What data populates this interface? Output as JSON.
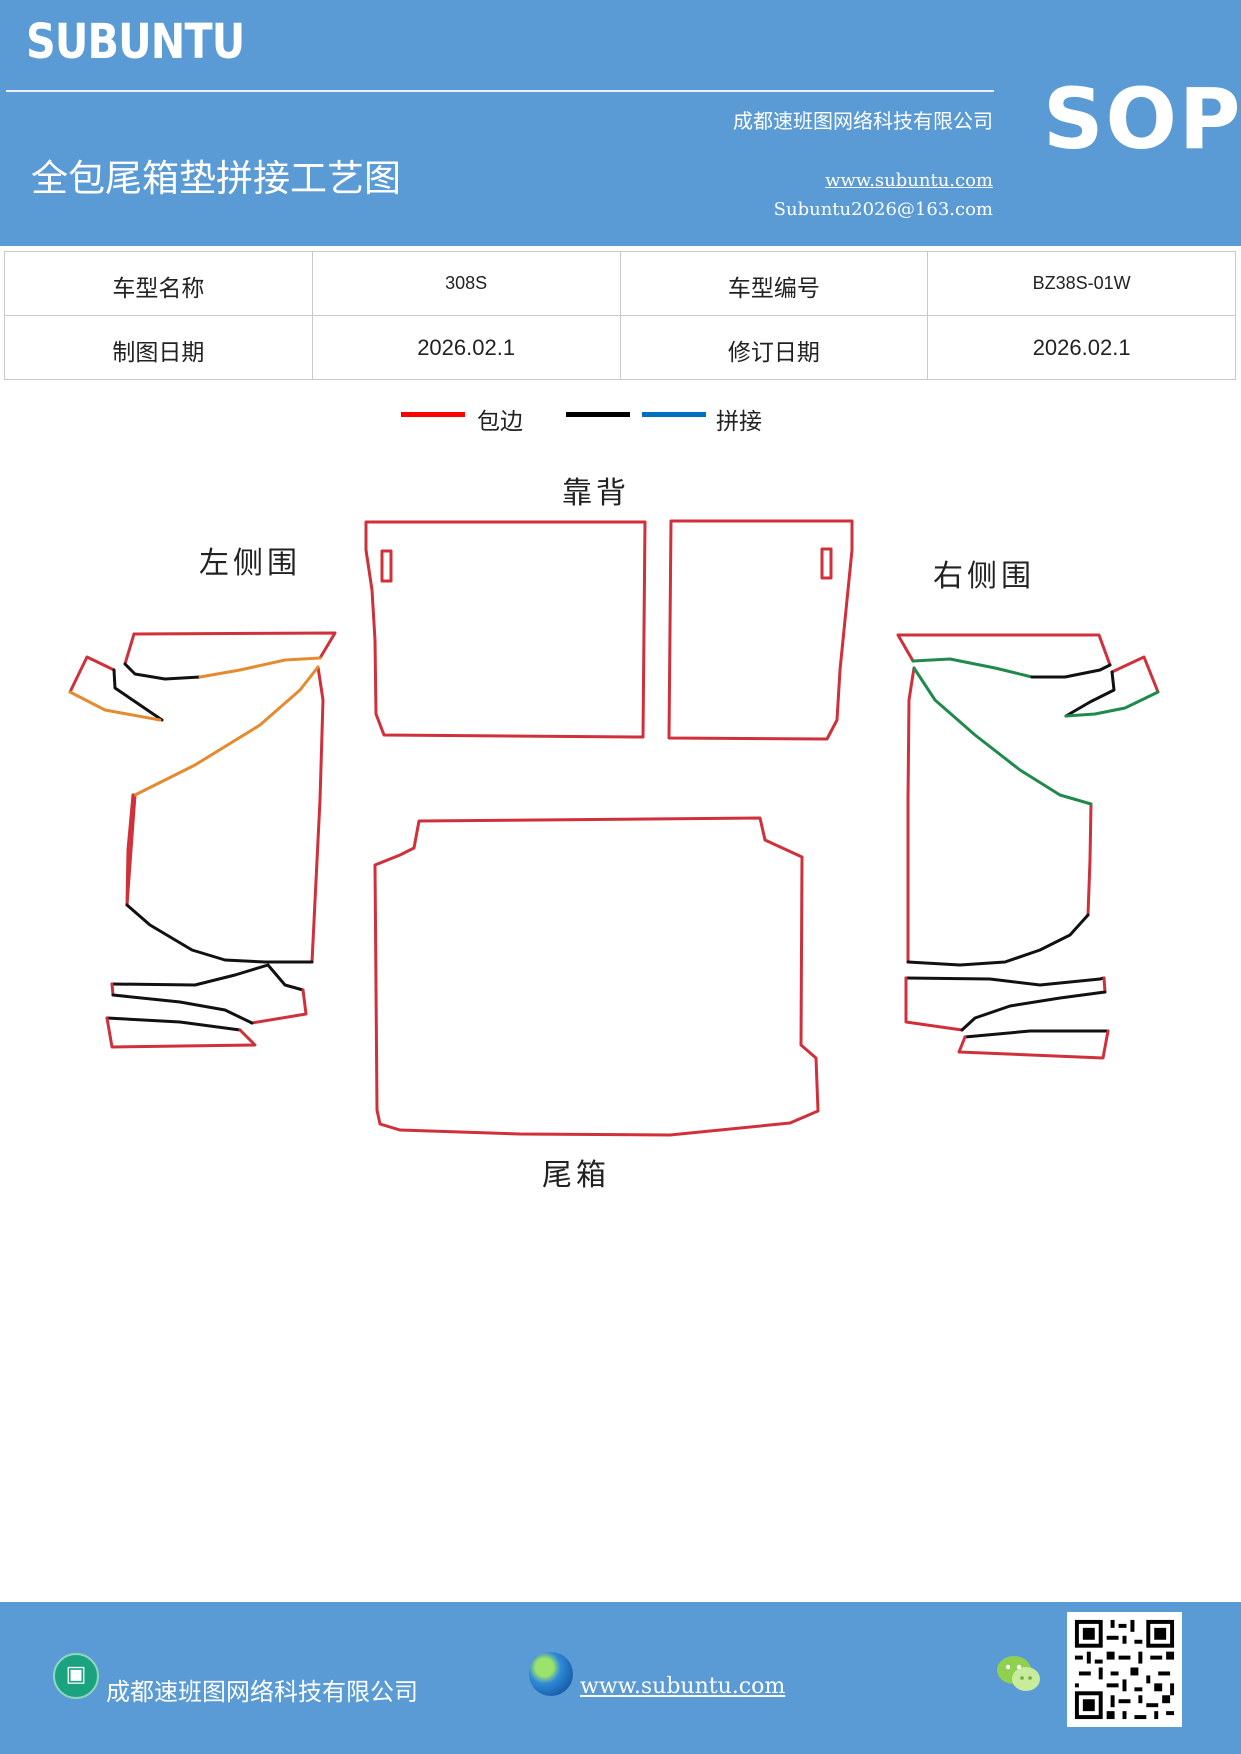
{
  "header": {
    "brand": "SUBUNTU",
    "company": "成都速班图网络科技有限公司",
    "title": "全包尾箱垫拼接工艺图",
    "website": "www.subuntu.com",
    "email": "Subuntu2026@163.com",
    "badge": "SOP"
  },
  "info_table": {
    "model_name_label": "车型名称",
    "model_name_value": "308S",
    "model_code_label": "车型编号",
    "model_code_value": "BZ38S-01W",
    "draw_date_label": "制图日期",
    "draw_date_value": "2026.02.1",
    "revise_date_label": "修订日期",
    "revise_date_value": "2026.02.1"
  },
  "legend": {
    "items": [
      {
        "label": "包边",
        "color": "#ff0000"
      },
      {
        "label": "",
        "color": "#000000"
      },
      {
        "label": "拼接",
        "color": "#0070c0"
      }
    ]
  },
  "diagram": {
    "labels": {
      "backrest": "靠背",
      "left_side": "左侧围",
      "right_side": "右侧围",
      "trunk": "尾箱"
    },
    "colors": {
      "edge": "#d0303a",
      "seam_black": "#111111",
      "seam_orange": "#e58a2e",
      "seam_green": "#1f8a4c"
    }
  },
  "footer": {
    "company": "成都速班图网络科技有限公司",
    "website": "www.subuntu.com",
    "icons": [
      "building-icon",
      "globe-icon",
      "wechat-icon",
      "qr-code"
    ]
  }
}
